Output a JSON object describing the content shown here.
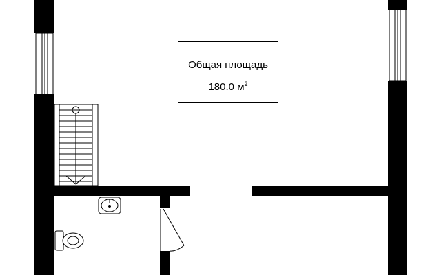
{
  "floor_plan": {
    "area_label": {
      "title": "Общая площадь",
      "value": "180.0",
      "unit": "м",
      "unit_power": "2"
    }
  },
  "colors": {
    "wall": "#000000",
    "background": "#ffffff",
    "line": "#000000"
  }
}
